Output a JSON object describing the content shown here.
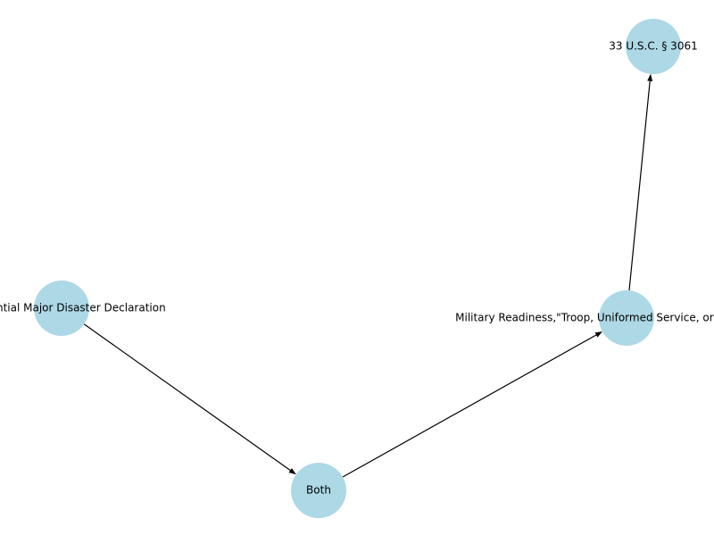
{
  "diagram": {
    "type": "directed-graph",
    "node_color": "#add8e6",
    "edge_color": "#000000",
    "nodes": [
      {
        "id": "n1",
        "label": "Presidential Major Disaster Declaration"
      },
      {
        "id": "n2",
        "label": "Both"
      },
      {
        "id": "n3",
        "label": "Military Readiness,\"Troop, Uniformed Service, or National Guard"
      },
      {
        "id": "n4",
        "label": "33 U.S.C. § 3061"
      }
    ],
    "edges": [
      {
        "from": "n1",
        "to": "n2"
      },
      {
        "from": "n2",
        "to": "n3"
      },
      {
        "from": "n3",
        "to": "n4"
      }
    ]
  }
}
